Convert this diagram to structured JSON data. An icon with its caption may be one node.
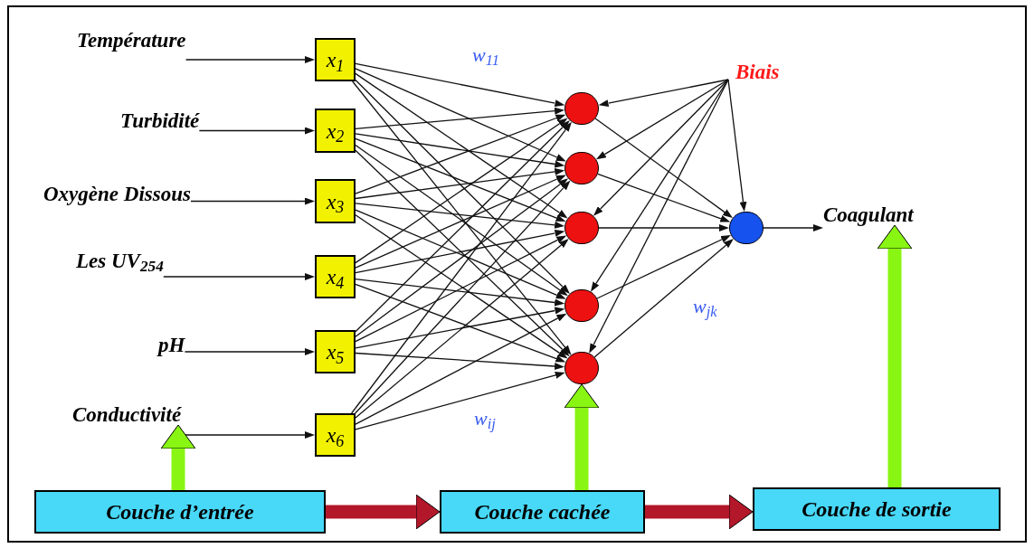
{
  "diagram": {
    "nodes": [
      {
        "text": [
          "Température"
        ]
      },
      {
        "text": [
          "Turbidité"
        ]
      },
      {
        "text": [
          "Oxygène Dissous"
        ]
      },
      {
        "text": [
          "Les UV$_{254}$"
        ]
      },
      {
        "text": [
          "pH"
        ]
      },
      {
        "text": [
          "Conductivité"
        ]
      },
      {
        "text": [
          "x$_{1}$"
        ]
      },
      {
        "text": [
          "x$_{2}$"
        ]
      },
      {
        "text": [
          "x$_{3}$"
        ]
      },
      {
        "text": [
          "x$_{4}$"
        ]
      },
      {
        "text": [
          "x$_{5}$"
        ]
      },
      {
        "text": [
          "x$_{6}$"
        ]
      },
      {
        "text": [],
        "shape": "circle"
      },
      {
        "text": [],
        "shape": "circle"
      },
      {
        "text": [],
        "shape": "circle"
      },
      {
        "text": [],
        "shape": "circle"
      },
      {
        "text": [],
        "shape": "circle"
      },
      {
        "text": [
          "Biais"
        ]
      },
      {
        "text": [],
        "shape": "circle"
      },
      {
        "text": [
          "Coagulant"
        ]
      },
      {
        "text": [
          "Couche d’entrée"
        ]
      },
      {
        "text": [
          "Couche cachée"
        ]
      },
      {
        "text": [
          "Couche de sortie"
        ]
      }
    ],
    "edges": [
      {
        "from": 0,
        "to": 6,
        "arrow": "to"
      },
      {
        "from": 1,
        "to": 7,
        "arrow": "to"
      },
      {
        "from": 2,
        "to": 8,
        "arrow": "to"
      },
      {
        "from": 3,
        "to": 9,
        "arrow": "to"
      },
      {
        "from": 4,
        "to": 10,
        "arrow": "to"
      },
      {
        "from": 5,
        "to": 11,
        "arrow": "to"
      },
      {
        "from": 6,
        "to": 12,
        "arrow": "to"
      },
      {
        "from": 6,
        "to": 13,
        "arrow": "to"
      },
      {
        "from": 6,
        "to": 14,
        "arrow": "to"
      },
      {
        "from": 6,
        "to": 15,
        "arrow": "to"
      },
      {
        "from": 6,
        "to": 16,
        "arrow": "to"
      },
      {
        "from": 7,
        "to": 12,
        "arrow": "to"
      },
      {
        "from": 7,
        "to": 13,
        "arrow": "to"
      },
      {
        "from": 7,
        "to": 14,
        "arrow": "to"
      },
      {
        "from": 7,
        "to": 15,
        "arrow": "to"
      },
      {
        "from": 7,
        "to": 16,
        "arrow": "to"
      },
      {
        "from": 8,
        "to": 12,
        "arrow": "to"
      },
      {
        "from": 8,
        "to": 13,
        "arrow": "to"
      },
      {
        "from": 8,
        "to": 14,
        "arrow": "to"
      },
      {
        "from": 8,
        "to": 15,
        "arrow": "to"
      },
      {
        "from": 8,
        "to": 16,
        "arrow": "to"
      },
      {
        "from": 9,
        "to": 12,
        "arrow": "to"
      },
      {
        "from": 9,
        "to": 13,
        "arrow": "to"
      },
      {
        "from": 9,
        "to": 14,
        "arrow": "to"
      },
      {
        "from": 9,
        "to": 15,
        "arrow": "to"
      },
      {
        "from": 9,
        "to": 16,
        "arrow": "to"
      },
      {
        "from": 10,
        "to": 12,
        "arrow": "to"
      },
      {
        "from": 10,
        "to": 13,
        "arrow": "to"
      },
      {
        "from": 10,
        "to": 14,
        "arrow": "to"
      },
      {
        "from": 10,
        "to": 15,
        "arrow": "to"
      },
      {
        "from": 10,
        "to": 16,
        "arrow": "to"
      },
      {
        "from": 11,
        "to": 12,
        "arrow": "to"
      },
      {
        "from": 11,
        "to": 13,
        "arrow": "to"
      },
      {
        "from": 11,
        "to": 14,
        "arrow": "to"
      },
      {
        "from": 11,
        "to": 15,
        "arrow": "to"
      },
      {
        "from": 11,
        "to": 16,
        "arrow": "to"
      },
      {
        "from": 12,
        "to": 18,
        "arrow": "to"
      },
      {
        "from": 13,
        "to": 18,
        "arrow": "to"
      },
      {
        "from": 14,
        "to": 18,
        "arrow": "to"
      },
      {
        "from": 15,
        "to": 18,
        "arrow": "to"
      },
      {
        "from": 16,
        "to": 18,
        "arrow": "to"
      },
      {
        "from": 17,
        "to": 12,
        "arrow": "to"
      },
      {
        "from": 17,
        "to": 13,
        "arrow": "to"
      },
      {
        "from": 17,
        "to": 14,
        "arrow": "to"
      },
      {
        "from": 17,
        "to": 15,
        "arrow": "to"
      },
      {
        "from": 17,
        "to": 16,
        "arrow": "to"
      },
      {
        "from": 17,
        "to": 18,
        "arrow": "to"
      },
      {
        "from": 18,
        "to": 19,
        "arrow": "to"
      },
      {
        "from": 20,
        "to": 5,
        "arrow": "to",
        "style": "thick",
        "color": "#88f512"
      },
      {
        "from": 21,
        "to": 16,
        "arrow": "to",
        "style": "thick",
        "color": "#88f512"
      },
      {
        "from": 22,
        "to": 19,
        "arrow": "to",
        "style": "thick",
        "color": "#88f512"
      },
      {
        "from": 20,
        "to": 21,
        "arrow": "to",
        "style": "thick",
        "color": "#b3172a"
      },
      {
        "from": 21,
        "to": 22,
        "arrow": "to",
        "style": "thick",
        "color": "#b3172a"
      }
    ],
    "labels": [
      "w$_{11}$",
      "w$_{ij}$",
      "w$_{jk}$"
    ]
  }
}
